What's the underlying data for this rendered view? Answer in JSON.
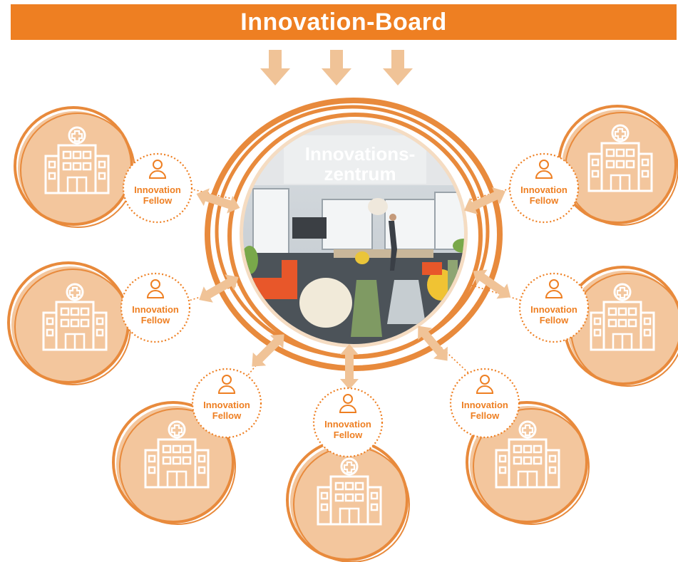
{
  "header": {
    "title": "Innovation-Board"
  },
  "hub": {
    "title_line1": "Innovations-",
    "title_line2": "zentrum"
  },
  "fellow": {
    "line1": "Innovation",
    "line2": "Fellow"
  },
  "icons": {
    "hospital": "hospital-building-icon",
    "person": "person-icon",
    "arrow": "arrow-down-icon"
  },
  "colors": {
    "accent": "#ee7f22",
    "ring": "#e88a3c",
    "fill": "#f3c69d",
    "arrow": "#f0c397"
  }
}
